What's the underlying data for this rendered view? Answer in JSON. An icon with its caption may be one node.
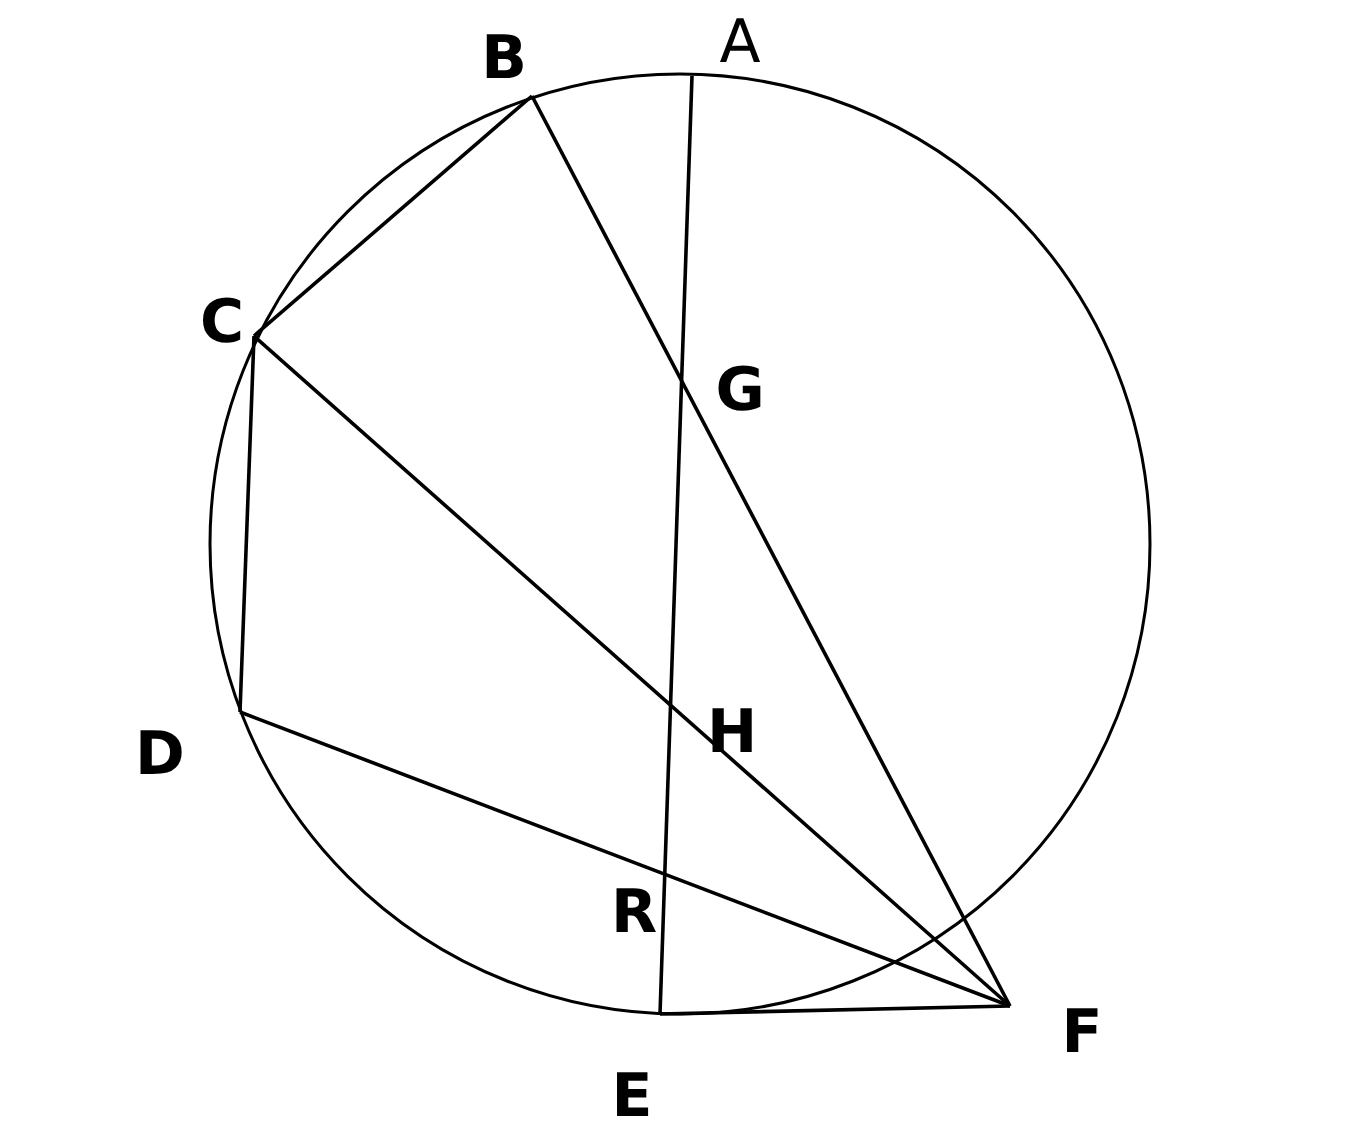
{
  "diagram": {
    "nodes": [
      {
        "text": [
          "A"
        ]
      },
      {
        "text": [
          "B"
        ]
      },
      {
        "text": [
          "C"
        ]
      },
      {
        "text": [
          "D"
        ]
      },
      {
        "text": [
          "E"
        ]
      },
      {
        "text": [
          "F"
        ]
      }
    ],
    "edges": [
      {
        "from": 1,
        "to": 2,
        "arrow": "none"
      },
      {
        "from": 2,
        "to": 3,
        "arrow": "none"
      },
      {
        "from": 1,
        "to": 5,
        "arrow": "none"
      },
      {
        "from": 2,
        "to": 5,
        "arrow": "none"
      },
      {
        "from": 3,
        "to": 5,
        "arrow": "none"
      },
      {
        "from": 4,
        "to": 5,
        "arrow": "none"
      },
      {
        "from": 0,
        "to": 4,
        "arrow": "none"
      }
    ],
    "labels": [
      "G",
      "H",
      "R"
    ]
  }
}
